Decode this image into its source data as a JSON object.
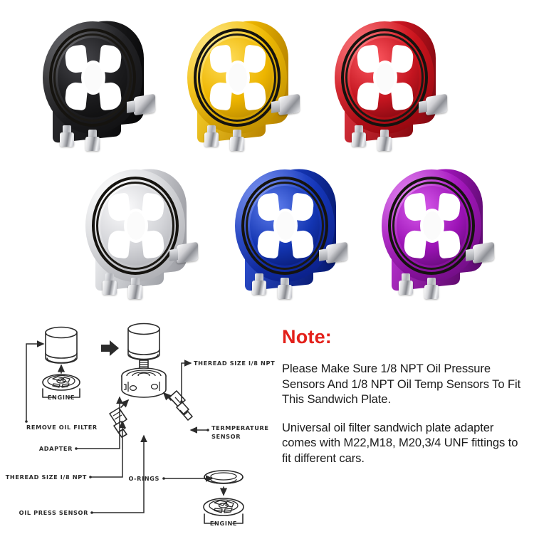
{
  "product": {
    "name": "Universal Oil Filter Sandwich Plate Adapter",
    "variants": [
      {
        "id": "black",
        "color_name": "Black",
        "hex": "#1d1d1f",
        "hex_light": "#4a4a4e",
        "hex_dark": "#000000",
        "row": 0,
        "col": 0
      },
      {
        "id": "gold",
        "color_name": "Gold",
        "hex": "#f0b800",
        "hex_light": "#ffe25c",
        "hex_dark": "#a87a00",
        "row": 0,
        "col": 1
      },
      {
        "id": "red",
        "color_name": "Red",
        "hex": "#cc1520",
        "hex_light": "#f2545c",
        "hex_dark": "#7d0810",
        "row": 0,
        "col": 2
      },
      {
        "id": "silver",
        "color_name": "Silver",
        "hex": "#c9cace",
        "hex_light": "#ffffff",
        "hex_dark": "#8f9096",
        "row": 1,
        "col": 0
      },
      {
        "id": "blue",
        "color_name": "Blue",
        "hex": "#1435b4",
        "hex_light": "#5874e8",
        "hex_dark": "#071c6e",
        "row": 1,
        "col": 1
      },
      {
        "id": "purple",
        "color_name": "Purple",
        "hex": "#a014ba",
        "hex_light": "#d45ee8",
        "hex_dark": "#5e0a70",
        "row": 1,
        "col": 2
      }
    ],
    "oring_color": "#15130f",
    "chrome_color": "#d6d7da"
  },
  "note": {
    "title": "Note:",
    "accent_color": "#e3201a",
    "paragraphs": [
      "Please Make Sure 1/8 NPT Oil Pressure Sensors And 1/8 NPT Oil Temp Sensors To Fit This Sandwich Plate.",
      "Universal oil filter sandwich plate adapter comes with M22,M18, M20,3/4 UNF fittings to fit different cars."
    ]
  },
  "diagram": {
    "labels": {
      "remove_oil_filter": "REMOVE OIL FILTER",
      "engine_left": "ENGINE",
      "engine_right": "ENGINE",
      "thread_size_top": "THEREAD SIZE I/8 NPT",
      "temperature_sensor_l1": "TERMPERATURE",
      "temperature_sensor_l2": "SENSOR",
      "adapter": "ADAPTER",
      "thread_size_bottom": "THEREAD SIZE I/8 NPT",
      "o_rings": "O-RINGS",
      "oil_press_sensor": "OIL PRESS SENSOR"
    },
    "line_color": "#2b2b2b"
  }
}
